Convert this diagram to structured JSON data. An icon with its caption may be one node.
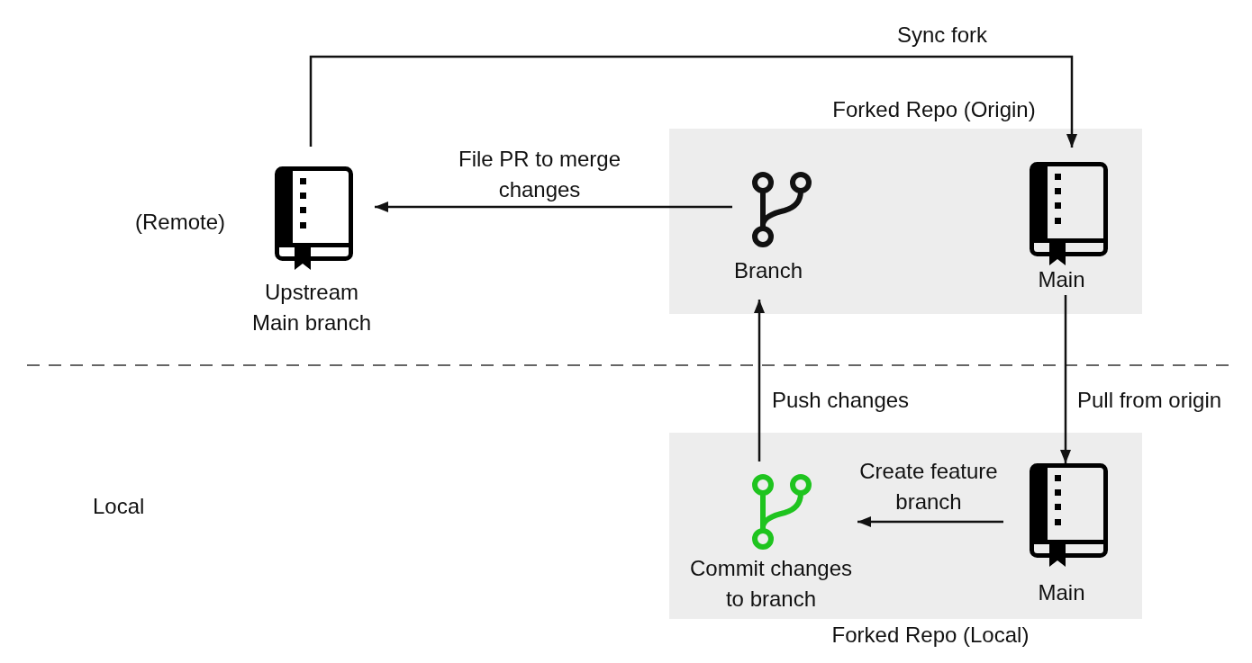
{
  "diagram": {
    "nodes": [
      {
        "text": [
          "Upstream Main branch"
        ]
      },
      {
        "text": [
          "Forked Repo (Origin)"
        ]
      },
      {
        "text": [
          "Branch"
        ],
        "in": 1
      },
      {
        "text": [
          "Main"
        ],
        "in": 1
      },
      {
        "text": [
          "Forked Repo (Local)"
        ]
      },
      {
        "text": [
          "Commit changes to branch"
        ],
        "in": 4
      },
      {
        "text": [
          "Main"
        ],
        "in": 4
      }
    ],
    "edges": [
      {
        "from": 0,
        "to": 3,
        "arrow": "to",
        "label": "Sync fork"
      },
      {
        "from": 2,
        "to": 0,
        "arrow": "to",
        "label": "File PR to merge changes"
      },
      {
        "from": 5,
        "to": 2,
        "arrow": "to",
        "label": "Push changes"
      },
      {
        "from": 3,
        "to": 6,
        "arrow": "to",
        "label": "Pull from origin"
      },
      {
        "from": 6,
        "to": 5,
        "arrow": "to",
        "label": "Create feature branch"
      }
    ],
    "labels": [
      "(Remote)",
      "Local"
    ]
  }
}
